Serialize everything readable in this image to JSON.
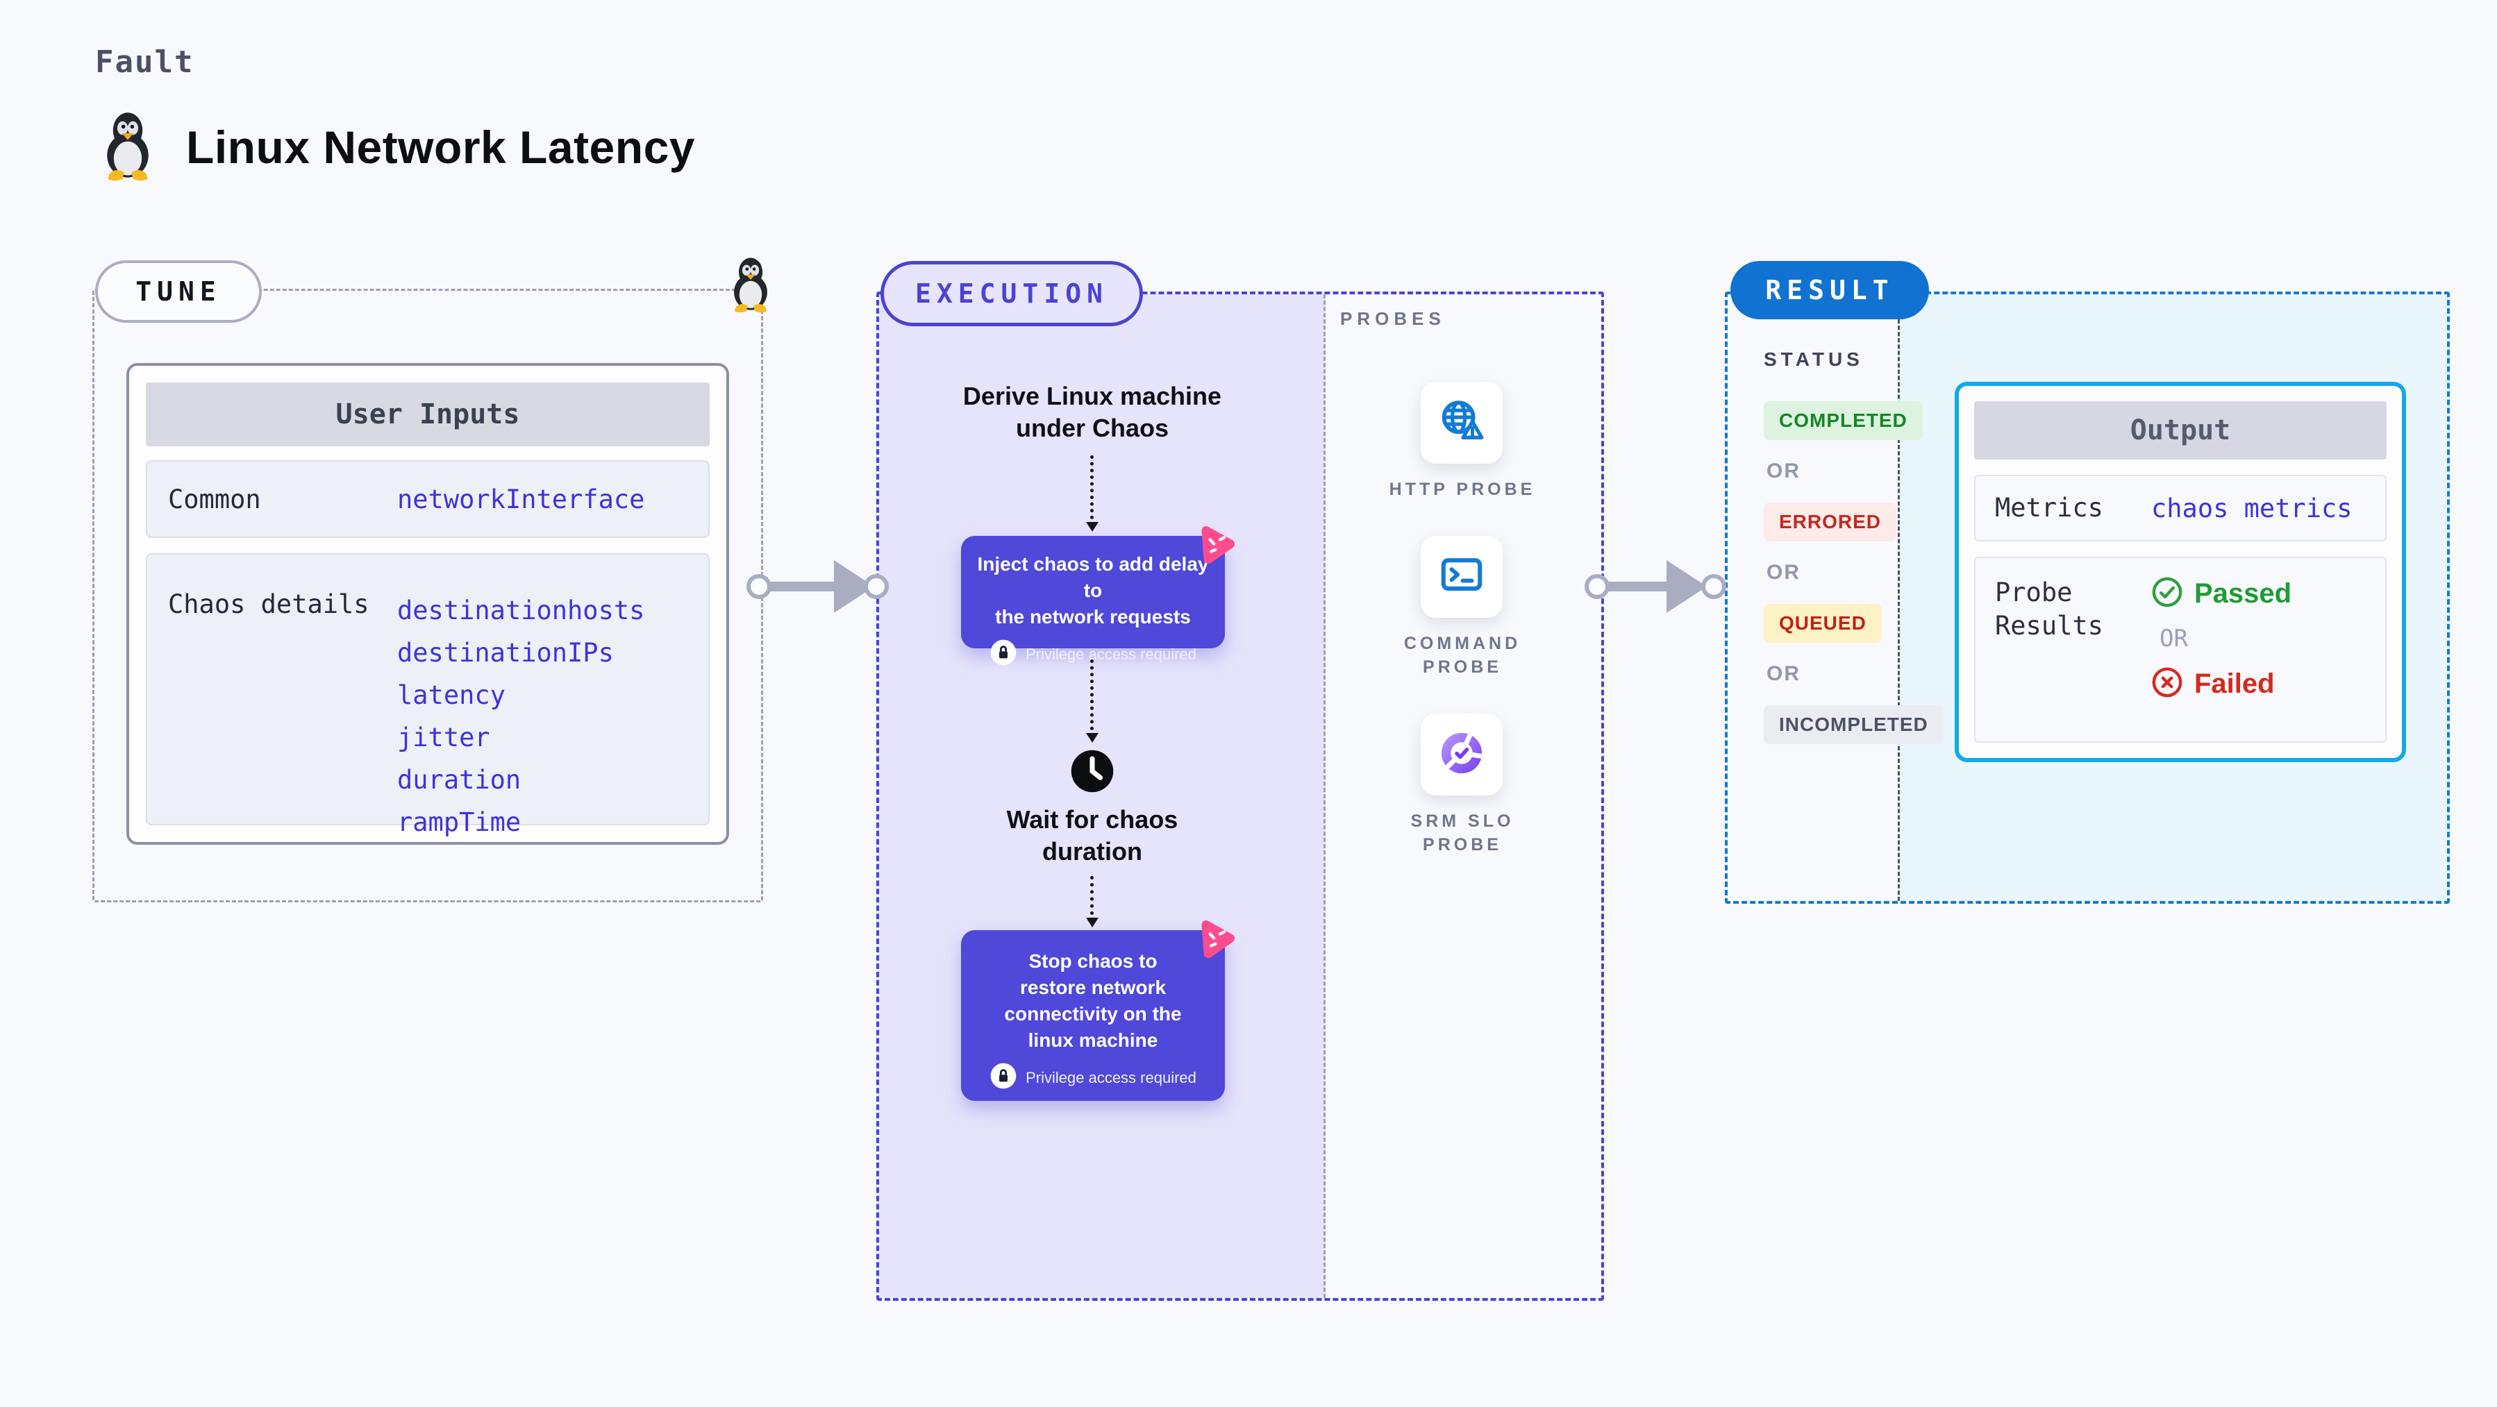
{
  "header": {
    "kind": "Fault",
    "title": "Linux Network Latency"
  },
  "tune": {
    "pill": "TUNE",
    "table": {
      "header": "User Inputs",
      "rows": [
        {
          "label": "Common",
          "values": [
            "networkInterface"
          ]
        },
        {
          "label": "Chaos details",
          "values": [
            "destinationhosts",
            "destinationIPs",
            "latency",
            "jitter",
            "duration",
            "rampTime"
          ]
        }
      ]
    }
  },
  "execution": {
    "pill": "EXECUTION",
    "derive_step": "Derive Linux machine\nunder Chaos",
    "inject_step": {
      "text": "Inject chaos to add delay to\nthe network requests",
      "privilege": "Privilege access required"
    },
    "wait_step": "Wait for chaos\nduration",
    "stop_step": {
      "text": "Stop chaos to\nrestore network\nconnectivity on the\nlinux machine",
      "privilege": "Privilege access required"
    }
  },
  "probes": {
    "section_label": "PROBES",
    "items": [
      {
        "label": "HTTP PROBE"
      },
      {
        "label": "COMMAND\nPROBE"
      },
      {
        "label": "SRM SLO\nPROBE"
      }
    ]
  },
  "result": {
    "pill": "RESULT",
    "status": {
      "heading": "STATUS",
      "or": "OR",
      "badges": [
        {
          "text": "COMPLETED",
          "type": "success"
        },
        {
          "text": "ERRORED",
          "type": "error"
        },
        {
          "text": "QUEUED",
          "type": "warning"
        },
        {
          "text": "INCOMPLETED",
          "type": "neutral"
        }
      ]
    },
    "output": {
      "header": "Output",
      "metrics_label": "Metrics",
      "metrics_value": "chaos metrics",
      "probe_results_label": "Probe\nResults",
      "passed": "Passed",
      "or": "OR",
      "failed": "Failed"
    }
  },
  "colors": {
    "indigo": "#4b42d6",
    "node_indigo": "#4f48d9",
    "result_blue": "#1172d2",
    "output_border": "#14a9e8",
    "chaos_pink": "#fb4d8e",
    "probe_blue": "#147bd4",
    "passed_green": "#1f9c35",
    "failed_red": "#d32a1e",
    "srm_purple": "#7c3aed"
  }
}
